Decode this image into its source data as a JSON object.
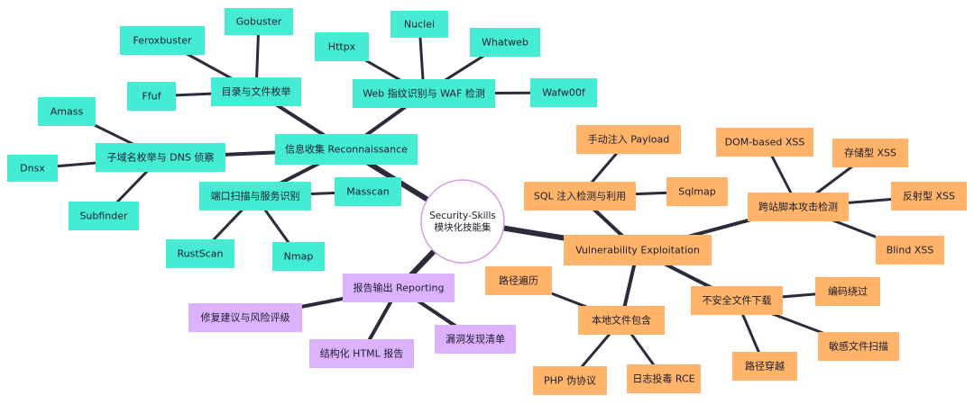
{
  "colors": {
    "recon": "#45ecd4",
    "vuln": "#ffb46a",
    "report": "#dcb2ff",
    "root_fill": "#ffffff",
    "root_stroke": "#d899e6",
    "edge": "#2b2b3b",
    "text": "#1b1b2b"
  },
  "root": {
    "lines": [
      "Security-Skills",
      "模块化技能集"
    ]
  },
  "nodes": {
    "recon": "信息收集 Reconnaissance",
    "dir_enum": "目录与文件枚举",
    "gobuster": "Gobuster",
    "feroxbuster": "Feroxbuster",
    "ffuf": "Ffuf",
    "web_fp": "Web 指纹识别与 WAF 检测",
    "httpx": "Httpx",
    "nuclei": "Nuclei",
    "whatweb": "Whatweb",
    "wafw00f": "Wafw00f",
    "subdomain": "子域名枚举与 DNS 侦察",
    "amass": "Amass",
    "dnsx": "Dnsx",
    "subfinder": "Subfinder",
    "port_scan": "端口扫描与服务识别",
    "masscan": "Masscan",
    "rustscan": "RustScan",
    "nmap": "Nmap",
    "report": "报告输出 Reporting",
    "fix_advice": "修复建议与风险评级",
    "html_report": "结构化 HTML 报告",
    "vuln_list": "漏洞发现清单",
    "vuln": "Vulnerability Exploitation",
    "sqli": "SQL 注入检测与利用",
    "manual_sqli": "手动注入 Payload",
    "sqlmap": "Sqlmap",
    "xss": "跨站脚本攻击检测",
    "dom_xss": "DOM-based XSS",
    "stored_xss": "存储型 XSS",
    "reflected_xss": "反射型 XSS",
    "blind_xss": "Blind XSS",
    "lfi": "本地文件包含",
    "path_traversal": "路径遍历",
    "php_wrapper": "PHP 伪协议",
    "log_poison": "日志投毒 RCE",
    "unsafe_download": "不安全文件下载",
    "encode_bypass": "编码绕过",
    "sensitive_scan": "敏感文件扫描",
    "dir_traversal": "路径穿越"
  }
}
